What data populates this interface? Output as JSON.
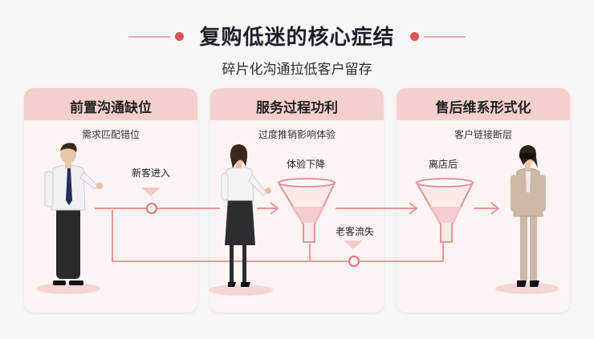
{
  "title": "复购低迷的核心症结",
  "subtitle": "碎片化沟通拉低客户留存",
  "panels": [
    {
      "heading": "前置沟通缺位",
      "subheading": "需求匹配错位"
    },
    {
      "heading": "服务过程功利",
      "subheading": "过度推销影响体验"
    },
    {
      "heading": "售后维系形式化",
      "subheading": "客户链接断层"
    }
  ],
  "flow_labels": {
    "new_customer": "新客进入",
    "experience_drop": "体验下降",
    "old_customer_loss": "老客流失",
    "after_leaving": "离店后"
  },
  "colors": {
    "accent": "#d8555c",
    "line": "#e7989c",
    "panel_head": "#f4cfcd"
  }
}
